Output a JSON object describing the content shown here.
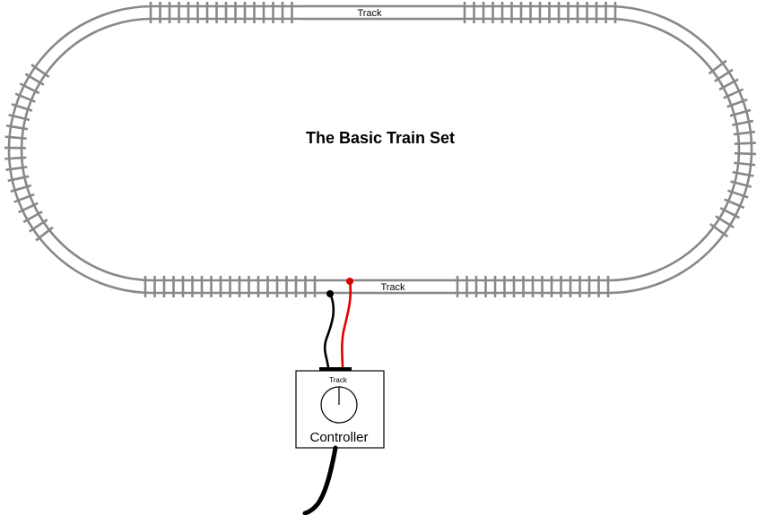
{
  "diagram": {
    "title": "The Basic Train Set",
    "track_label_top": "Track",
    "track_label_bottom": "Track",
    "controller": {
      "terminal_label": "Track",
      "label": "Controller"
    },
    "colors": {
      "rail": "#888888",
      "wire_positive": "#e00000",
      "wire_negative": "#000000",
      "outline": "#000000",
      "background": "#ffffff"
    }
  }
}
